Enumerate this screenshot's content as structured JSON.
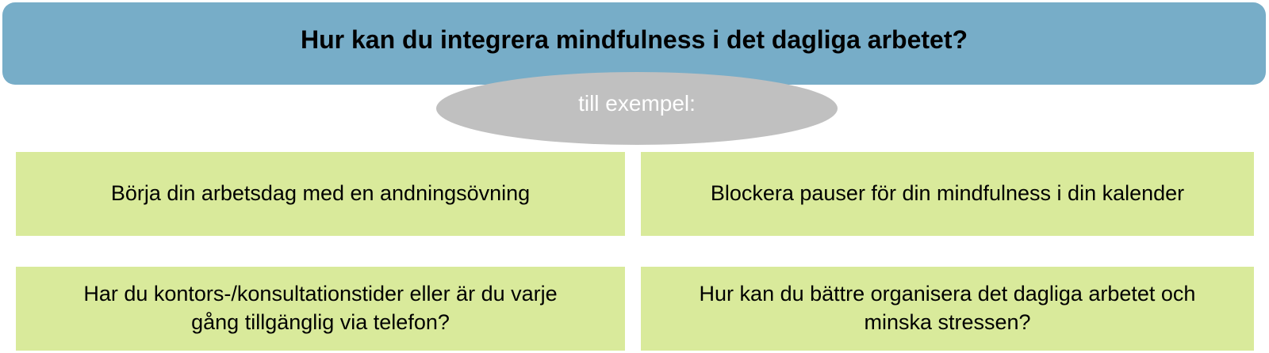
{
  "header": {
    "title": "Hur kan du integrera mindfulness i det dagliga arbetet?",
    "color": "#77adc8"
  },
  "connector": {
    "label": "till exempel:",
    "color": "#c0c0c0"
  },
  "cards": [
    {
      "text": "Börja din arbetsdag med en andningsövning"
    },
    {
      "text": "Blockera pauser för din mindfulness i din kalender"
    },
    {
      "text": "Har du kontors-/konsultationstider eller är du varje gång tillgänglig via telefon?"
    },
    {
      "text": "Hur kan du bättre organisera det dagliga arbetet och minska stressen?"
    }
  ],
  "card_color": "#d9ea9b"
}
